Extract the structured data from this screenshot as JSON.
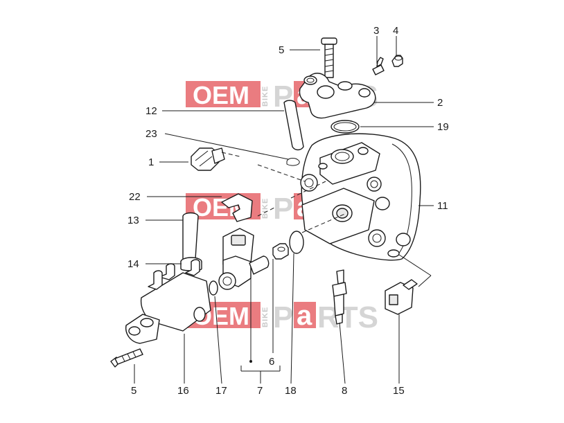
{
  "watermark": {
    "brand_left": "OEM",
    "brand_mid": "BIKE",
    "brand_right_p": "P",
    "brand_right_a": "a",
    "brand_right_rts": "RTS"
  },
  "callouts": {
    "c1": "1",
    "c2": "2",
    "c3": "3",
    "c4": "4",
    "c5_top": "5",
    "c5_bottom": "5",
    "c6": "6",
    "c7": "7",
    "c8": "8",
    "c11": "11",
    "c12": "12",
    "c13": "13",
    "c14": "14",
    "c15": "15",
    "c16": "16",
    "c17": "17",
    "c18": "18",
    "c19": "19",
    "c22": "22",
    "c23": "23"
  },
  "icons": {
    "part_shape_library": "inline-svg"
  }
}
